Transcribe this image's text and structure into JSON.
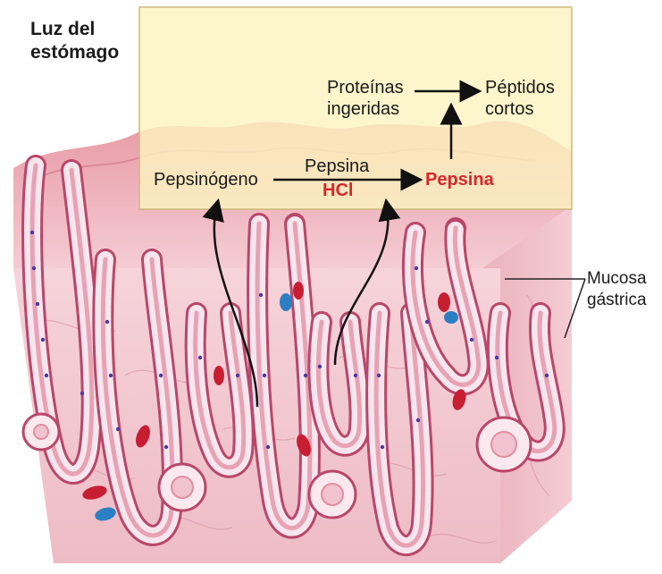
{
  "labels": {
    "lumen_line1": "Luz del",
    "lumen_line2": "estómago",
    "proteins_line1": "Proteínas",
    "proteins_line2": "ingeridas",
    "peptides_line1": "Péptidos",
    "peptides_line2": "cortos",
    "pepsinogen": "Pepsinógeno",
    "pepsin_catalyst": "Pepsina",
    "hcl": "HCl",
    "pepsin_active": "Pepsina",
    "mucosa_line1": "Mucosa",
    "mucosa_line2": "gástrica"
  },
  "colors": {
    "lumen_box_fill": "#fdf3c0",
    "lumen_box_border": "#cdb97a",
    "tissue_base": "#f2c6cf",
    "tissue_dark": "#d98a9b",
    "epithelium_cell": "#f7e6ee",
    "nucleus": "#4a3aa0",
    "vessel_red": "#c81e32",
    "vessel_blue": "#2d7fc4",
    "highlight_red": "#d8262c"
  }
}
